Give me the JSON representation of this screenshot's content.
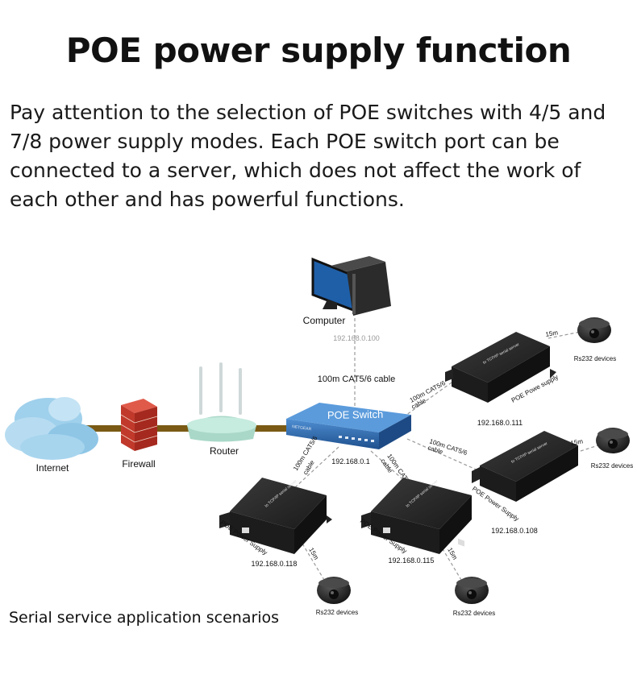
{
  "title": "POE power supply function",
  "intro": "Pay attention to the selection of POE switches with 4/5 and 7/8 power supply modes. Each POE switch port can be connected to a server, which does not affect the work of each other and has powerful functions.",
  "caption": "Serial service application scenarios",
  "diagram": {
    "internet": "Internet",
    "firewall": "Firewall",
    "router": "Router",
    "computer": "Computer",
    "computer_ip": "192.168.0.100",
    "cable_main": "100m CAT5/6 cable",
    "switch_label": "POE Switch",
    "switch_brand": "NETGEAR",
    "switch_ip": "192.168.0.1",
    "cable_short_1": "100m CAT5/6",
    "cable_short_2": "cable",
    "poe_supply_a": "POE Powe supply",
    "poe_supply_b": "POE Power Supply",
    "device_label": "Rs232 devices",
    "distance": "15m",
    "server_text_1": "Rs232",
    "server_text_2": "to TCP/IP serial server",
    "ip_111": "192.168.0.111",
    "ip_108": "192.168.0.108",
    "ip_115": "192.168.0.115",
    "ip_118": "192.168.0.118"
  },
  "colors": {
    "cable_brown": "#7a5a14",
    "switch_blue": "#2e6fb5",
    "cloud_blue": "#9fd0ec",
    "firewall_red": "#c0392b",
    "router_green": "#a9d8c8",
    "device_black": "#2a2a2a"
  }
}
